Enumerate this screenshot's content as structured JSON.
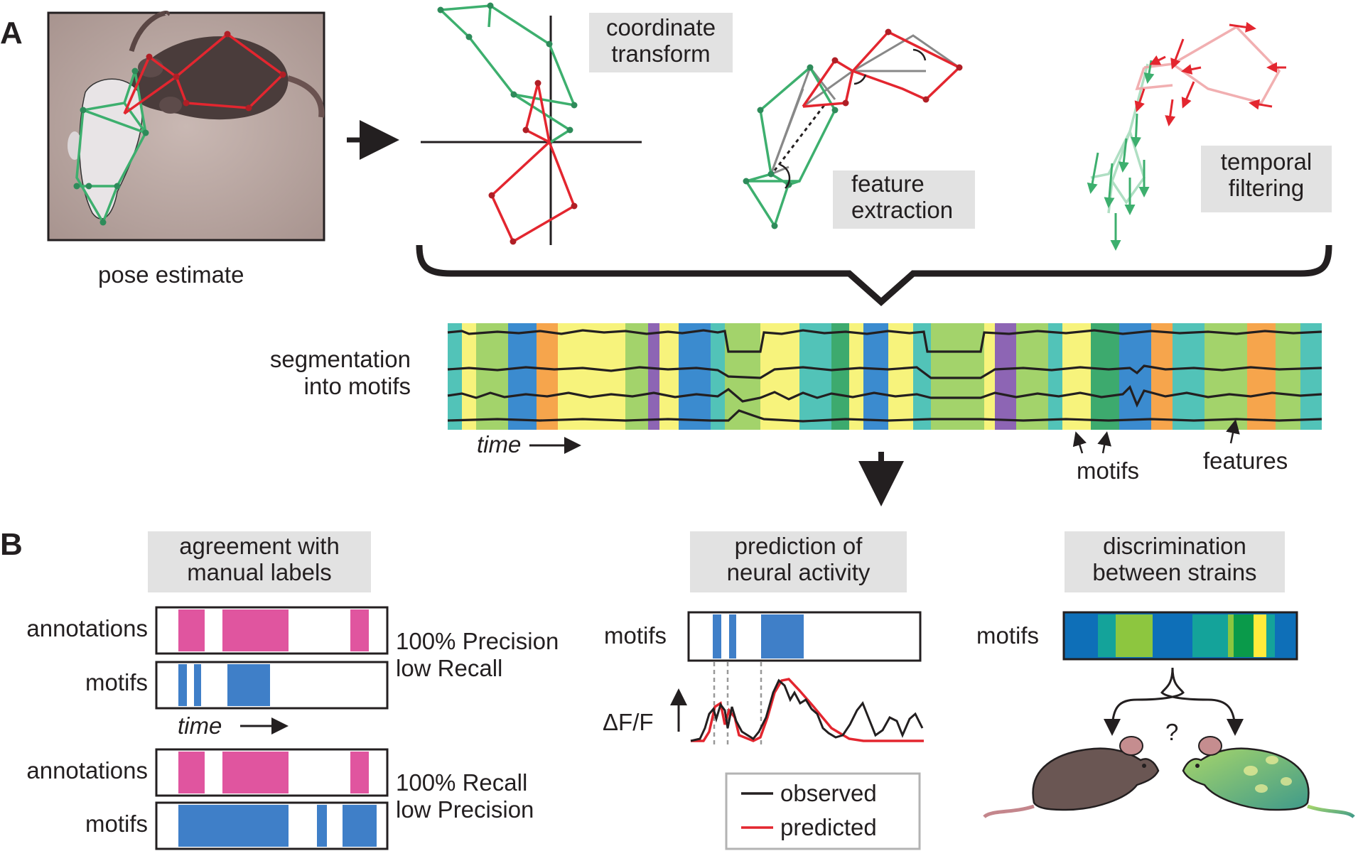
{
  "panel_a": {
    "label": "A",
    "pose_caption": "pose estimate",
    "step_coordinate": [
      "coordinate",
      "transform"
    ],
    "step_features": [
      "feature",
      "extraction"
    ],
    "step_temporal": [
      "temporal",
      "filtering"
    ],
    "segmentation_label": [
      "segmentation",
      "into motifs"
    ],
    "time_label": "time",
    "motifs_label": "motifs",
    "features_label": "features"
  },
  "panel_b": {
    "label": "B",
    "agreement_title": [
      "agreement with",
      "manual labels"
    ],
    "annotations_label": "annotations",
    "motifs_label": "motifs",
    "time_label": "time",
    "case1": [
      "100% Precision",
      "low Recall"
    ],
    "case2": [
      "100% Recall",
      "low Precision"
    ],
    "neural_title": [
      "prediction of",
      "neural activity"
    ],
    "neural_motifs_label": "motifs",
    "dff_label": "ΔF/F",
    "legend_observed": "observed",
    "legend_predicted": "predicted",
    "strains_title": [
      "discrimination",
      "between strains"
    ],
    "strains_motifs_label": "motifs",
    "question": "?"
  },
  "colors": {
    "green_skeleton": "#3daf6e",
    "red_skeleton": "#e3262f",
    "annotation_pink": "#e0559f",
    "motif_blue": "#3f7fc8",
    "predicted_red": "#e3262f"
  }
}
